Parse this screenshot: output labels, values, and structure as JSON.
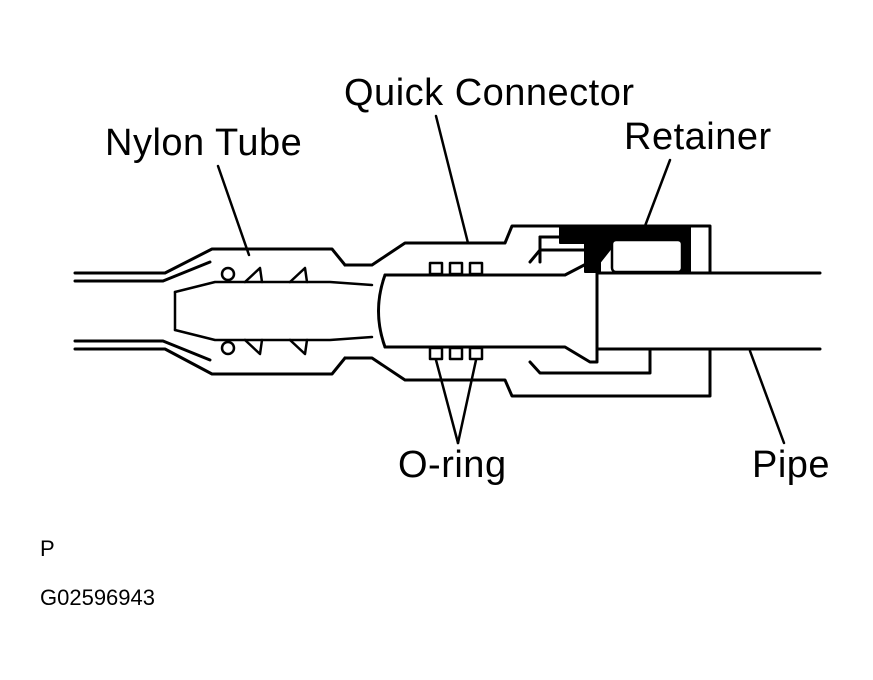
{
  "labels": {
    "quick_connector": "Quick Connector",
    "retainer": "Retainer",
    "nylon_tube": "Nylon Tube",
    "o_ring": "O-ring",
    "pipe": "Pipe"
  },
  "footer": {
    "code_letter": "P",
    "figure_id": "G02596943"
  }
}
